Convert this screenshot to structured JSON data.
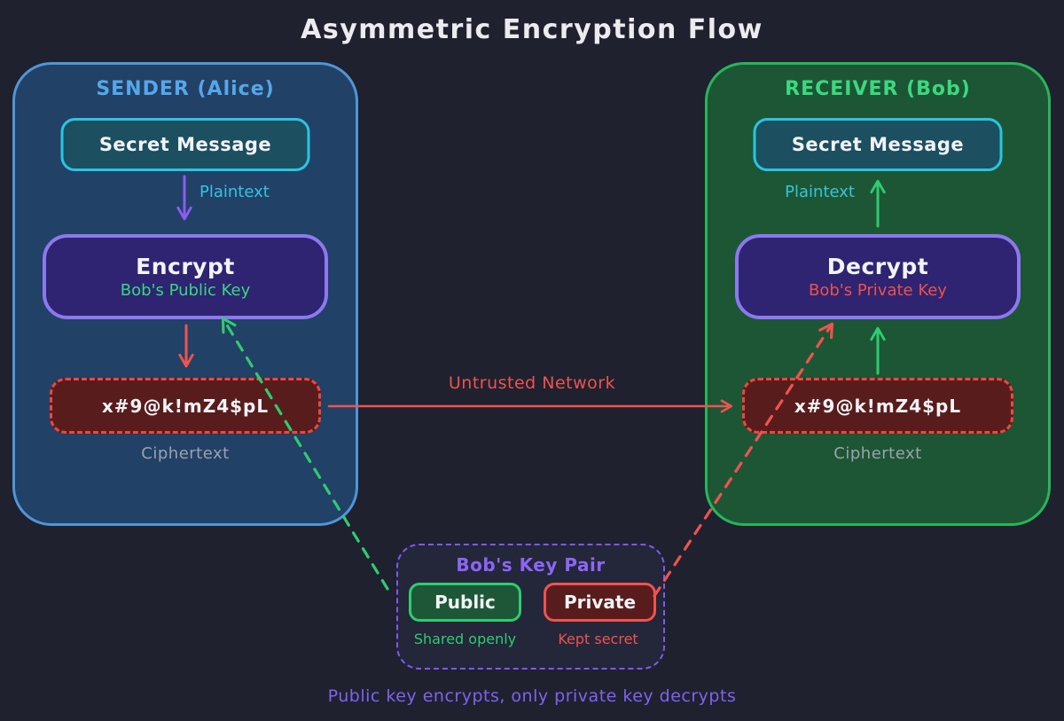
{
  "title": "Asymmetric Encryption Flow",
  "sender": {
    "title": "SENDER (Alice)",
    "message": "Secret Message",
    "flow_label": "Plaintext",
    "process_title": "Encrypt",
    "process_key": "Bob's Public Key",
    "ciphertext": "x#9@k!mZ4$pL",
    "ciphertext_label": "Ciphertext"
  },
  "receiver": {
    "title": "RECEIVER (Bob)",
    "message": "Secret Message",
    "flow_label": "Plaintext",
    "process_title": "Decrypt",
    "process_key": "Bob's Private Key",
    "ciphertext": "x#9@k!mZ4$pL",
    "ciphertext_label": "Ciphertext"
  },
  "network": {
    "label": "Untrusted Network"
  },
  "keypair": {
    "title": "Bob's Key Pair",
    "public_label": "Public",
    "public_caption": "Shared openly",
    "private_label": "Private",
    "private_caption": "Kept secret"
  },
  "footer": {
    "caption": "Public key encrypts, only private key decrypts"
  },
  "colors": {
    "background": "#1f212e",
    "title_text": "#ebebf0",
    "sender_fill": "#224166",
    "sender_border": "#4f96d8",
    "sender_title": "#55a7ea",
    "receiver_fill": "#1d5634",
    "receiver_border": "#27b55c",
    "receiver_title": "#3bd97f",
    "message_fill": "#1c4f60",
    "message_border": "#29c5e2",
    "message_text": "#f2f3f5",
    "process_fill": "#2e2472",
    "process_border": "#8d78ef",
    "process_text": "#f2f3f5",
    "public_key_text": "#36d97c",
    "private_key_text": "#f05048",
    "cipher_fill": "#591c1c",
    "cipher_border": "#ee4740",
    "cipher_text": "#f2f3f5",
    "muted_label": "#9aa2ad",
    "cyan_label": "#35c4e0",
    "purple_accent": "#8b5cf6",
    "red_accent": "#ef5350",
    "green_accent": "#2ecc71",
    "public_fill": "#1e5737",
    "keypair_fill": "#242639",
    "keypair_border": "#7b5bf5",
    "keypair_title": "#8b66f6",
    "caption_text": "#7d63f0"
  }
}
